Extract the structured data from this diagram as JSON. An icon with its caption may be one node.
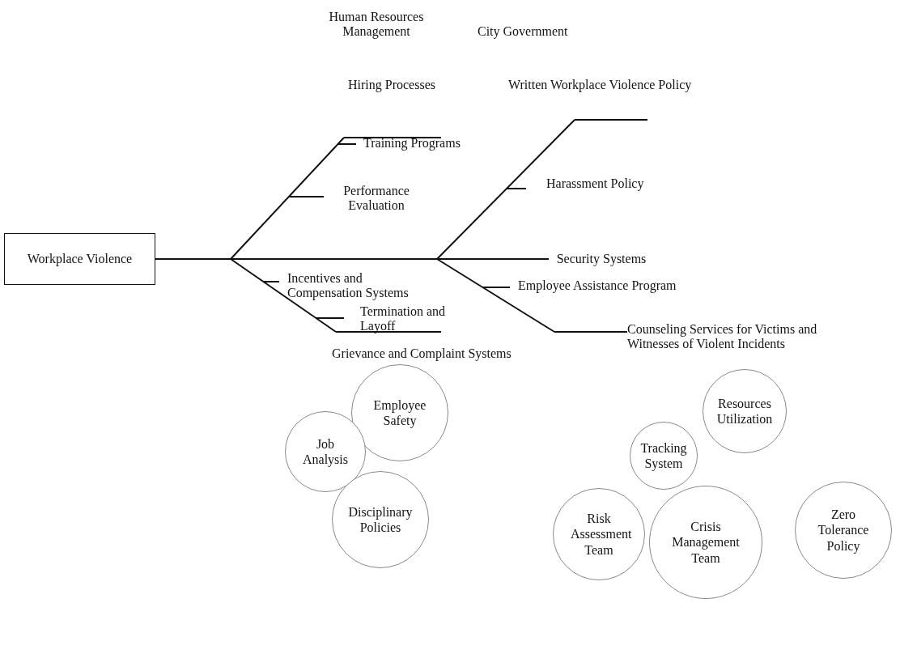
{
  "diagram": {
    "nodes": [
      {
        "text": [
          "Workplace Violence"
        ]
      },
      {
        "text": [
          "Job Analysis"
        ]
      },
      {
        "text": [
          "Employee Safety"
        ]
      },
      {
        "text": [
          "Disciplinary Policies"
        ]
      },
      {
        "text": [
          "Tracking System"
        ]
      },
      {
        "text": [
          "Resources Utilization"
        ]
      },
      {
        "text": [
          "Risk Assessment Team"
        ]
      },
      {
        "text": [
          "Crisis Management Team"
        ]
      },
      {
        "text": [
          "Zero Tolerance Policy"
        ]
      },
      {
        "text": [
          "Security Systems"
        ]
      }
    ],
    "edges": [
      {
        "from": 0,
        "to": 9,
        "arrow": "none"
      }
    ],
    "labels": [
      "Human Resources Management",
      "City Government",
      "Hiring Processes",
      "Written Workplace Violence Policy",
      "Training Programs",
      "Harassment Policy",
      "Performance Evaluation",
      "Incentives and Compensation Systems",
      "Employee Assistance Program",
      "Termination and Layoff",
      "Counseling Services for Victims and Witnesses of Violent Incidents",
      "Grievance and Complaint Systems"
    ]
  }
}
